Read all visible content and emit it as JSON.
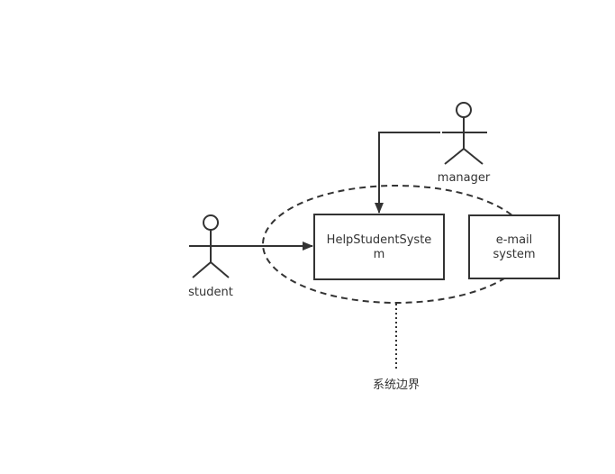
{
  "actors": {
    "student": {
      "label": "student"
    },
    "manager": {
      "label": "manager"
    }
  },
  "boxes": {
    "help_system": {
      "line1": "HelpStudentSyste",
      "line2": "m"
    },
    "email_system": {
      "line1": "e-mail",
      "line2": "system"
    }
  },
  "boundary": {
    "label": "系统边界"
  },
  "colors": {
    "stroke": "#333333",
    "background": "#ffffff"
  }
}
